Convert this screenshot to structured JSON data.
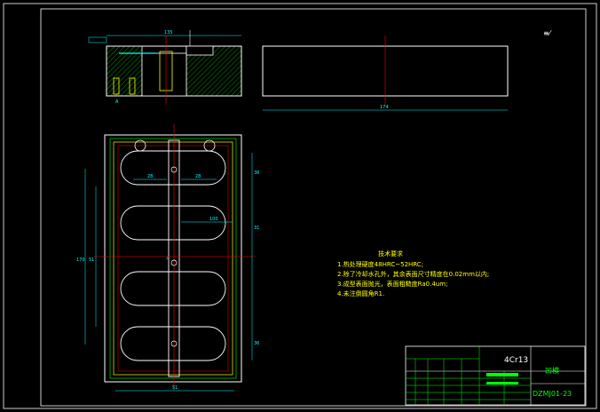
{
  "colors": {
    "background": "#000000",
    "border": "#ffffff",
    "outline": "#ffffff",
    "hidden": "#ffff00",
    "dimension": "#00ffff",
    "centerline": "#ff0000",
    "hatch": "#00ff00",
    "tech_text": "#ffff00",
    "title_block": "#00ff00"
  },
  "corner_mark": "≡⁄",
  "tech_requirements": {
    "title": "技术要求",
    "items": [
      "1.热处理硬度48HRC~52HRC;",
      "2.除了冷却水孔外，其余表面尺寸精度在0.02mm以内;",
      "3.成型表面抛光，表面粗糙度Ra0.4um;",
      "4.未注倒圆角R1."
    ]
  },
  "title_block": {
    "material": "4Cr13",
    "part_name": "凹模",
    "drawing_no": "DZMJ01-23"
  },
  "dimensions": {
    "top_width": "135",
    "right_width": "174",
    "side_total": "170",
    "side_inner": "51",
    "bottom_width": "51",
    "slot_width": "28",
    "slot_length": "100",
    "pitch": "36",
    "pitch2": "31",
    "pitch3": "36"
  },
  "section_label": "A",
  "datum_label": "⊥"
}
